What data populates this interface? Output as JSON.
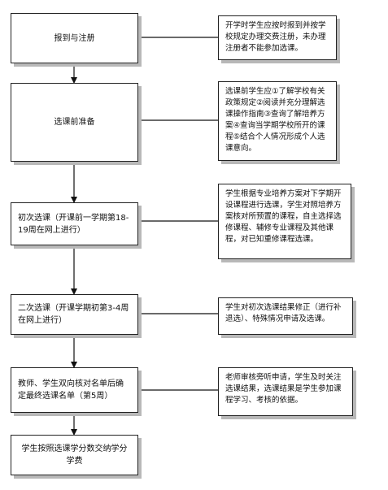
{
  "steps": [
    {
      "id": "step-1",
      "label": "报到与注册"
    },
    {
      "id": "step-2",
      "label": "选课前准备"
    },
    {
      "id": "step-3",
      "label": "初次选课（开课前一学期第18-19周在网上进行）"
    },
    {
      "id": "step-4",
      "label": "二次选课（开课学期初第3-4周在网上进行）"
    },
    {
      "id": "step-5",
      "label": "教师、学生双向核对名单后确定最终选课名单（第5周）"
    },
    {
      "id": "step-6",
      "label": "学生按照选课学分数交纳学分学费"
    }
  ],
  "notes": [
    {
      "id": "note-1",
      "text": "开学时学生应按时报到并按学校规定办理交费注册，未办理注册者不能参加选课。"
    },
    {
      "id": "note-2",
      "text": "选课前学生应①了解学校有关政策规定②阅读并充分理解选课操作指南③查询了解培养方案④查询当学期学校所开的课程⑤结合个人情况形成个人选课意向。"
    },
    {
      "id": "note-3",
      "text": "学生根据专业培养方案对下学期开设课程进行选课，学生对照培养方案核对所预置的课程，自主选择选修课程、辅修专业课程及其他课程，对已知重修课程选课。"
    },
    {
      "id": "note-4",
      "text": "学生对初次选课结果修正（进行补退选）、特殊情况申请及选课。"
    },
    {
      "id": "note-5",
      "text": "老师审核旁听申请，学生及时关注选课结果，选课结果是学生参加课程学习、考核的依据。"
    }
  ]
}
